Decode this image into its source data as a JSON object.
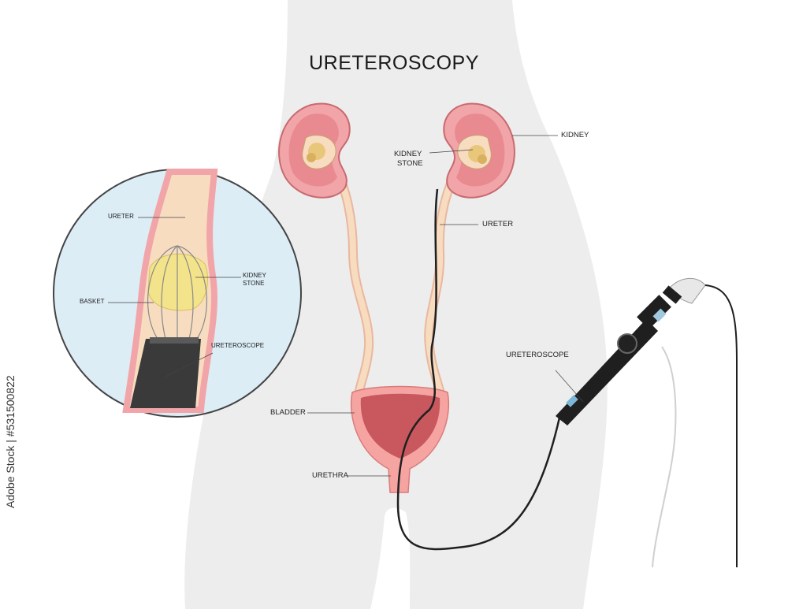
{
  "diagram": {
    "title": "URETEROSCOPY",
    "labels": {
      "kidney": "KIDNEY",
      "kidney_stone_line1": "KIDNEY",
      "kidney_stone_line2": "STONE",
      "ureter": "URETER",
      "ureteroscope": "URETEROSCOPE",
      "bladder": "BLADDER",
      "urethra": "URETHRA"
    },
    "inset": {
      "ureter": "URETER",
      "kidney_stone_line1": "KIDNEY",
      "kidney_stone_line2": "STONE",
      "basket": "BASKET",
      "ureteroscope": "URETEROSCOPE"
    },
    "stock_id": "Adobe Stock | #531500822"
  },
  "colors": {
    "body": "#ededed",
    "kidney_outer": "#f2a5a8",
    "kidney_cortex": "#e98a90",
    "ureter_fill": "#f7dcc0",
    "stone": "#f3e38a",
    "bladder_wall": "#f6a4a2",
    "bladder_inner": "#c8585e",
    "scope": "#1f1f1f",
    "inset_bg": "#dcedf6"
  }
}
